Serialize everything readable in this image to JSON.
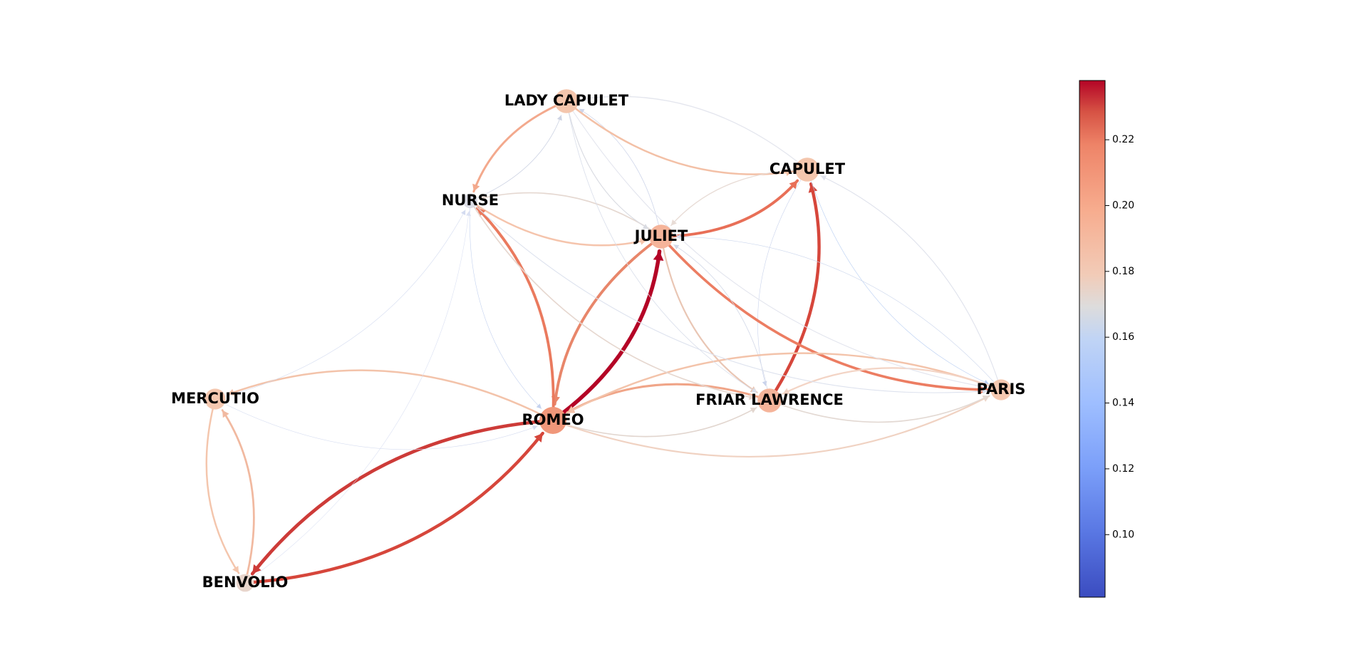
{
  "graph": {
    "nodes": [
      {
        "id": "lady_capulet",
        "label": "LADY CAPULET",
        "color": "#f4c6ad",
        "weight": 0.19
      },
      {
        "id": "capulet",
        "label": "CAPULET",
        "color": "#f4c6ad",
        "weight": 0.19
      },
      {
        "id": "nurse",
        "label": "NURSE",
        "color": "#dcdde5",
        "weight": 0.16
      },
      {
        "id": "juliet",
        "label": "JULIET",
        "color": "#f5b49a",
        "weight": 0.19
      },
      {
        "id": "mercutio",
        "label": "MERCUTIO",
        "color": "#f5c8b0",
        "weight": 0.18
      },
      {
        "id": "romeo",
        "label": "ROMEO",
        "color": "#f0977a",
        "weight": 0.2
      },
      {
        "id": "friar_lawrence",
        "label": "FRIAR LAWRENCE",
        "color": "#f5b49a",
        "weight": 0.19
      },
      {
        "id": "paris",
        "label": "PARIS",
        "color": "#f5c8b0",
        "weight": 0.18
      },
      {
        "id": "benvolio",
        "label": "BENVOLIO",
        "color": "#e8d5cc",
        "weight": 0.17
      }
    ],
    "edges": [
      {
        "from": "romeo",
        "to": "juliet",
        "color": "#b40426",
        "weight": 0.24
      },
      {
        "from": "juliet",
        "to": "romeo",
        "color": "#e8866a",
        "weight": 0.21
      },
      {
        "from": "romeo",
        "to": "benvolio",
        "color": "#cd3b38",
        "weight": 0.225
      },
      {
        "from": "benvolio",
        "to": "romeo",
        "color": "#d6463b",
        "weight": 0.22
      },
      {
        "from": "friar_lawrence",
        "to": "romeo",
        "color": "#f0a588",
        "weight": 0.195
      },
      {
        "from": "nurse",
        "to": "juliet",
        "color": "#f5c4ac",
        "weight": 0.185
      },
      {
        "from": "juliet",
        "to": "nurse",
        "color": "#e5d8d1",
        "weight": 0.17
      },
      {
        "from": "romeo",
        "to": "nurse",
        "color": "#ea7a5e",
        "weight": 0.21
      },
      {
        "from": "nurse",
        "to": "romeo",
        "color": "#c4d2ef",
        "weight": 0.15
      },
      {
        "from": "lady_capulet",
        "to": "nurse",
        "color": "#f3a98d",
        "weight": 0.195
      },
      {
        "from": "nurse",
        "to": "lady_capulet",
        "color": "#cdd3e3",
        "weight": 0.155
      },
      {
        "from": "lady_capulet",
        "to": "juliet",
        "color": "#d9dbe2",
        "weight": 0.16
      },
      {
        "from": "juliet",
        "to": "lady_capulet",
        "color": "#cfd6ea",
        "weight": 0.155
      },
      {
        "from": "lady_capulet",
        "to": "capulet",
        "color": "#f3c0a6",
        "weight": 0.185
      },
      {
        "from": "capulet",
        "to": "lady_capulet",
        "color": "#e4e6ee",
        "weight": 0.165
      },
      {
        "from": "juliet",
        "to": "capulet",
        "color": "#e86f57",
        "weight": 0.21
      },
      {
        "from": "capulet",
        "to": "juliet",
        "color": "#e8dcd6",
        "weight": 0.165
      },
      {
        "from": "friar_lawrence",
        "to": "capulet",
        "color": "#d6463b",
        "weight": 0.22
      },
      {
        "from": "capulet",
        "to": "friar_lawrence",
        "color": "#c9d3ec",
        "weight": 0.15
      },
      {
        "from": "capulet",
        "to": "paris",
        "color": "#b8cef2",
        "weight": 0.145
      },
      {
        "from": "paris",
        "to": "capulet",
        "color": "#dfe2ec",
        "weight": 0.16
      },
      {
        "from": "juliet",
        "to": "paris",
        "color": "#ec7d62",
        "weight": 0.205
      },
      {
        "from": "paris",
        "to": "juliet",
        "color": "#cad5ec",
        "weight": 0.15
      },
      {
        "from": "juliet",
        "to": "friar_lawrence",
        "color": "#e9c6b4",
        "weight": 0.18
      },
      {
        "from": "friar_lawrence",
        "to": "juliet",
        "color": "#d3d9e8",
        "weight": 0.155
      },
      {
        "from": "romeo",
        "to": "friar_lawrence",
        "color": "#e2d6cf",
        "weight": 0.17
      },
      {
        "from": "romeo",
        "to": "paris",
        "color": "#f0d2c2",
        "weight": 0.18
      },
      {
        "from": "paris",
        "to": "romeo",
        "color": "#f3c3aa",
        "weight": 0.185
      },
      {
        "from": "paris",
        "to": "friar_lawrence",
        "color": "#f3d4c5",
        "weight": 0.18
      },
      {
        "from": "romeo",
        "to": "mercutio",
        "color": "#f3c3aa",
        "weight": 0.185
      },
      {
        "from": "mercutio",
        "to": "romeo",
        "color": "#d5dcf0",
        "weight": 0.15
      },
      {
        "from": "mercutio",
        "to": "benvolio",
        "color": "#f4c6ad",
        "weight": 0.185
      },
      {
        "from": "benvolio",
        "to": "mercutio",
        "color": "#f1b9a0",
        "weight": 0.19
      },
      {
        "from": "mercutio",
        "to": "nurse",
        "color": "#d3dbf0",
        "weight": 0.15
      },
      {
        "from": "benvolio",
        "to": "nurse",
        "color": "#dbe1f3",
        "weight": 0.15
      },
      {
        "from": "nurse",
        "to": "friar_lawrence",
        "color": "#e6d7cf",
        "weight": 0.17
      },
      {
        "from": "nurse",
        "to": "paris",
        "color": "#dde2ee",
        "weight": 0.16
      },
      {
        "from": "lady_capulet",
        "to": "paris",
        "color": "#e3e5ee",
        "weight": 0.16
      },
      {
        "from": "lady_capulet",
        "to": "friar_lawrence",
        "color": "#dadfeb",
        "weight": 0.155
      },
      {
        "from": "friar_lawrence",
        "to": "paris",
        "color": "#e3d9d3",
        "weight": 0.17
      }
    ]
  },
  "colorbar": {
    "ticks": [
      "0.10",
      "0.12",
      "0.14",
      "0.16",
      "0.18",
      "0.20",
      "0.22"
    ],
    "range": [
      0.081,
      0.238
    ]
  }
}
